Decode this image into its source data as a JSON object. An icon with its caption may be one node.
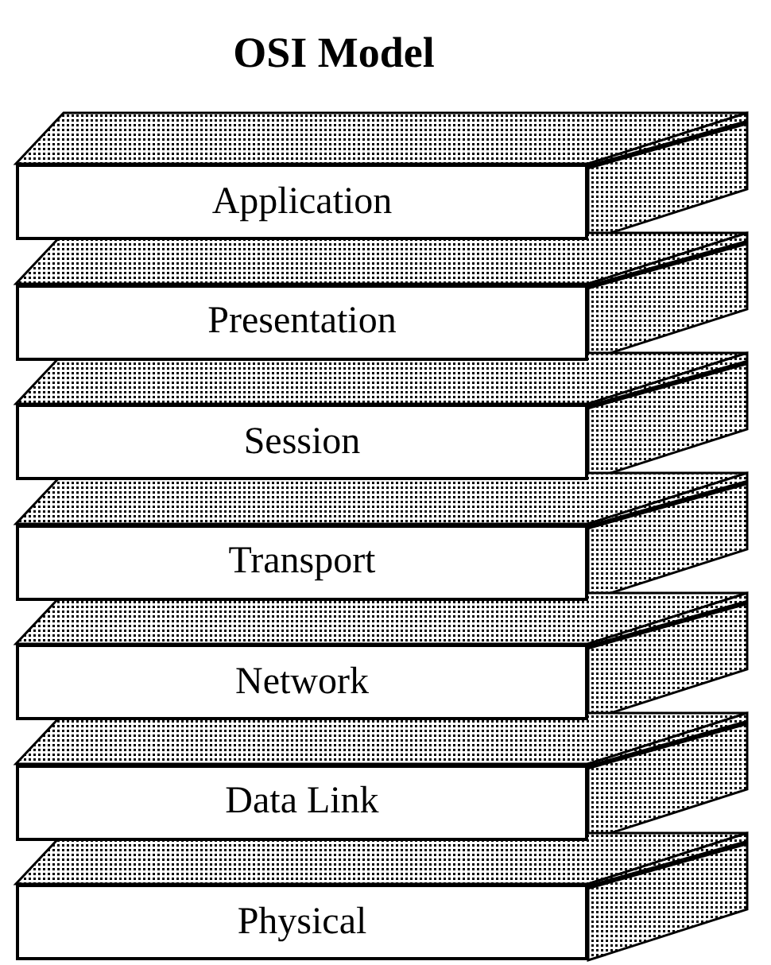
{
  "diagram": {
    "title": "OSI Model",
    "nodes": [
      {
        "text": [
          "Application"
        ]
      },
      {
        "text": [
          "Presentation"
        ]
      },
      {
        "text": [
          "Session"
        ]
      },
      {
        "text": [
          "Transport"
        ]
      },
      {
        "text": [
          "Network"
        ]
      },
      {
        "text": [
          "Data Link"
        ]
      },
      {
        "text": [
          "Physical"
        ]
      }
    ]
  }
}
